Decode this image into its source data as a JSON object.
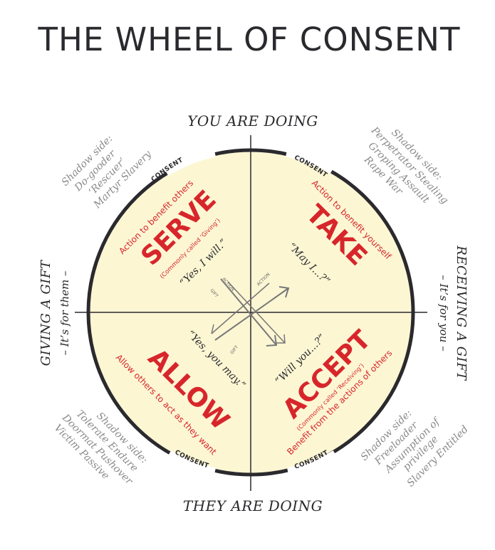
{
  "title": "THE WHEEL OF CONSENT",
  "axes": {
    "top": "YOU ARE DOING",
    "bottom": "THEY ARE DOING",
    "left": {
      "main": "GIVING A GIFT",
      "sub": "– It’s for them –"
    },
    "right": {
      "main": "RECEIVING A GIFT",
      "sub": "– It’s for you –"
    }
  },
  "consent_label": "CONSENT",
  "quadrants": {
    "serve": {
      "title": "SERVE",
      "subtitle": "(Commonly called ‘Giving’)",
      "phrase": "Action to benefit others",
      "quote": "“Yes, I will.”",
      "shadow": [
        "Shadow side:",
        "Do-gooder",
        "‘Rescuer’",
        "Martyr  Slavery"
      ]
    },
    "take": {
      "title": "TAKE",
      "phrase": "Action to benefit yourself",
      "quote": "“May I...?”",
      "shadow": [
        "Shadow side:",
        "Perpetrator  Stealing",
        "Groping  Assault",
        "Rape  War"
      ]
    },
    "allow": {
      "title": "ALLOW",
      "phrase": "Allow others to act as they want",
      "quote": "“Yes, you may.”",
      "shadow": [
        "Shadow side:",
        "Tolerate  Endure",
        "Doormat  Pushover",
        "Victim  Passive"
      ]
    },
    "accept": {
      "title": "ACCEPT",
      "subtitle": "(Commonly called ‘Receiving’)",
      "phrase": "Benefit from the actions of others",
      "quote": "“Will you...?”",
      "shadow": [
        "Shadow side:",
        "Freeloader",
        "Assumption of",
        "privilege",
        "Slavery  Entitled"
      ]
    }
  },
  "arrow_labels": {
    "action": "ACTION",
    "gift": "GIFT"
  },
  "colors": {
    "fill": "#fdf6d3",
    "red": "#d7262b",
    "ink": "#2a2a2e",
    "shadow_text": "#8a8a8a"
  }
}
